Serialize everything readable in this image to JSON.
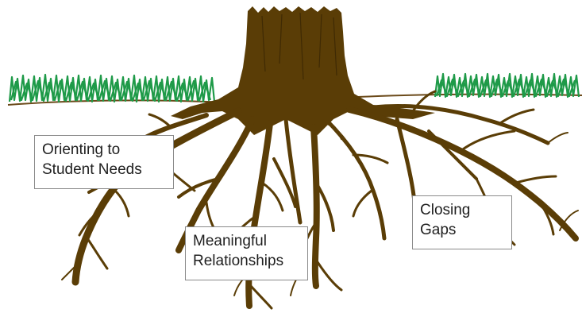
{
  "colors": {
    "trunk": "#5a3d06",
    "grass": "#1e9a48",
    "soil_line": "#6b4a1a",
    "box_border": "#8a8a8a",
    "text": "#1f1f1f"
  },
  "labels": {
    "orienting": {
      "line1": "Orienting to",
      "line2": "Student Needs"
    },
    "meaningful": {
      "line1": "Meaningful",
      "line2": "Relationships"
    },
    "closing": {
      "line1": "Closing",
      "line2": "Gaps"
    }
  }
}
